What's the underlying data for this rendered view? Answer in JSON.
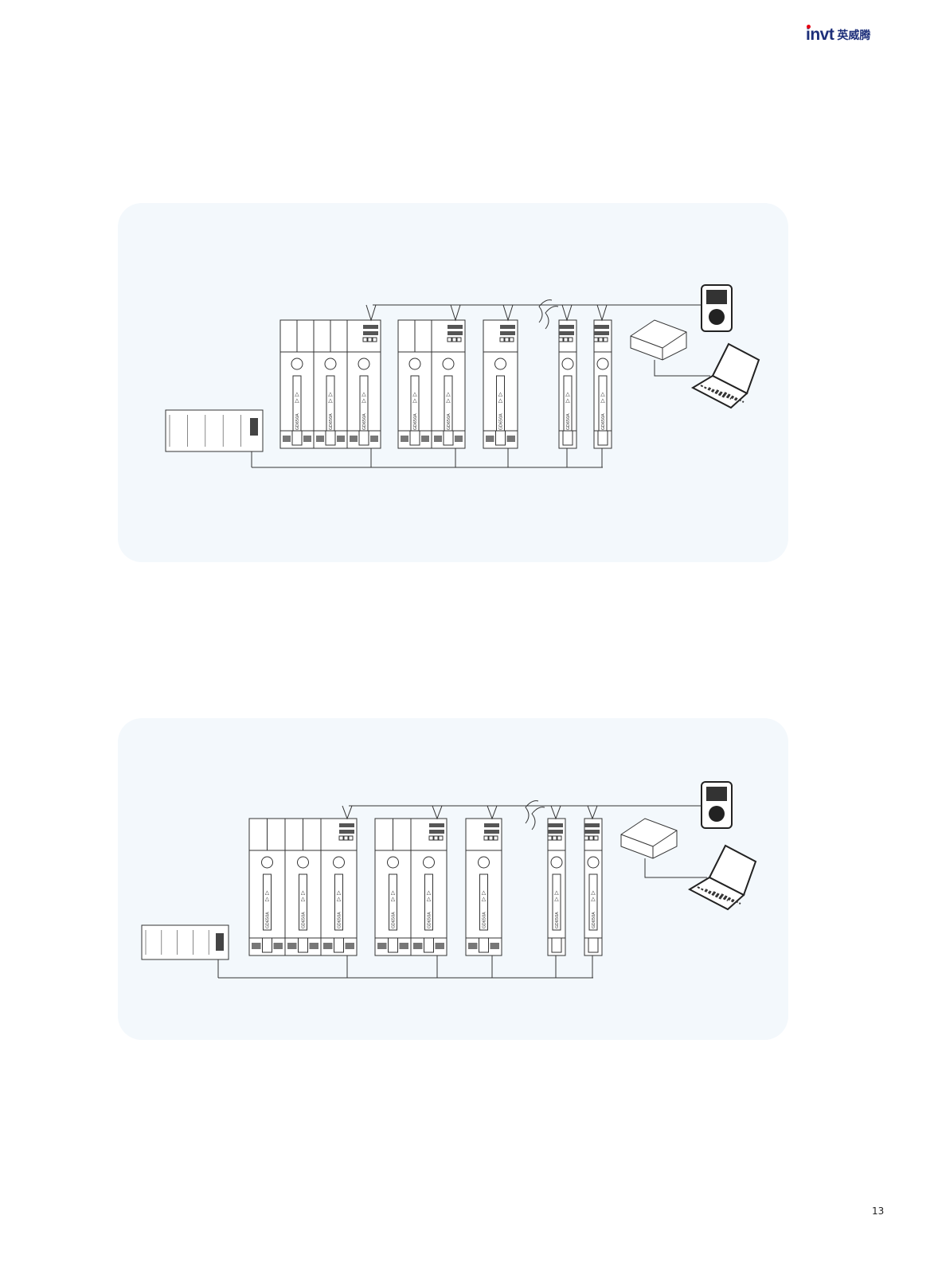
{
  "brand": {
    "logo_en": "invt",
    "logo_cn": "英威腾"
  },
  "sections": [
    {
      "title": "PLC+选配PROFIBUS-DP现场总线组网",
      "drive_model": "GD650A"
    },
    {
      "title": "PLC+选配PROFINET/EtherCAT工业以太网组网",
      "drive_model": "GD650A"
    }
  ],
  "page_number": "13",
  "colors": {
    "accent": "#1a8fd8",
    "panel": "#f3f8fc",
    "brand": "#1d2f7a"
  }
}
